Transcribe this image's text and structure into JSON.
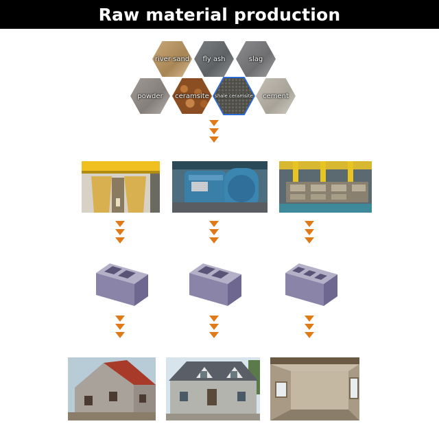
{
  "header": {
    "title": "Raw material production"
  },
  "materials": [
    {
      "label": "river sand",
      "icon": "river-sand-texture"
    },
    {
      "label": "fly ash",
      "icon": "fly-ash-texture"
    },
    {
      "label": "slag",
      "icon": "slag-texture"
    },
    {
      "label": "powder",
      "icon": "powder-texture"
    },
    {
      "label": "ceramsite",
      "icon": "ceramsite-texture"
    },
    {
      "label": "shale ceramsite",
      "icon": "shale-ceramsite-texture"
    },
    {
      "label": "cement",
      "icon": "cement-texture"
    }
  ],
  "colors": {
    "banner": "#000000",
    "arrow": "#e07a18",
    "machine_yellow": "#e8b820",
    "motor_blue": "#2f6f9a",
    "block_purple": "#8a84a8",
    "hex_border": "#2a6bd6"
  }
}
